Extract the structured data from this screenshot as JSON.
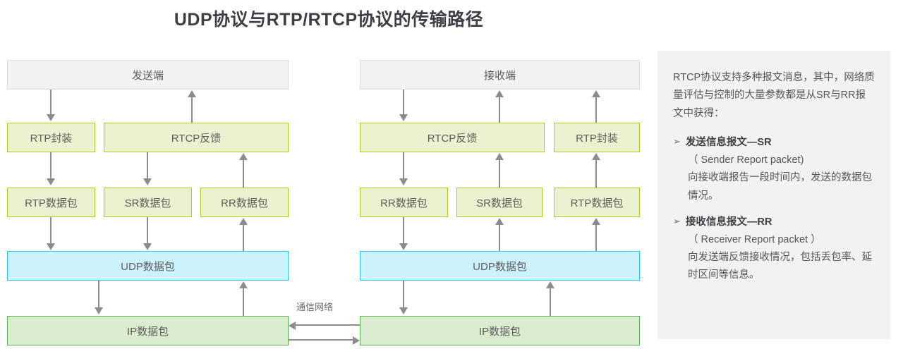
{
  "title": "UDP协议与RTP/RTCP协议的传输路径",
  "colors": {
    "green_fill": "#eaf2cf",
    "green_border": "#abce1e",
    "cyan_fill": "#ccf2fc",
    "cyan_border": "#2ec5f2",
    "ip_fill": "#d9ecd0",
    "ip_border": "#5fae53",
    "endpoint_fill": "#f2f2f2",
    "arrow": "#8c8c8c",
    "sidebar_bg": "#f2f2f2"
  },
  "diagram": {
    "left": {
      "endpoint": "发送端",
      "row1": [
        "RTP封装",
        "RTCP反馈"
      ],
      "row2": [
        "RTP数据包",
        "SR数据包",
        "RR数据包"
      ],
      "udp": "UDP数据包",
      "ip": "IP数据包"
    },
    "right": {
      "endpoint": "接收端",
      "row1": [
        "RTCP反馈",
        "RTP封装"
      ],
      "row2": [
        "RR数据包",
        "SR数据包",
        "RTP数据包"
      ],
      "udp": "UDP数据包",
      "ip": "IP数据包"
    },
    "network_label": "通信网络"
  },
  "sidebar": {
    "intro": "RTCP协议支持多种报文消息，其中，网络质量评估与控制的大量参数都是从SR与RR报文中获得：",
    "items": [
      {
        "bullet": "➢",
        "heading": "发送信息报文—SR",
        "english": "（ Sender Report packet)",
        "description": "向接收端报告一段时间内，发送的数据包情况。"
      },
      {
        "bullet": "➢",
        "heading": "接收信息报文—RR",
        "english": "（ Receiver Report packet ）",
        "description": "向发送端反馈接收情况，包括丢包率、延时区间等信息。"
      }
    ]
  }
}
